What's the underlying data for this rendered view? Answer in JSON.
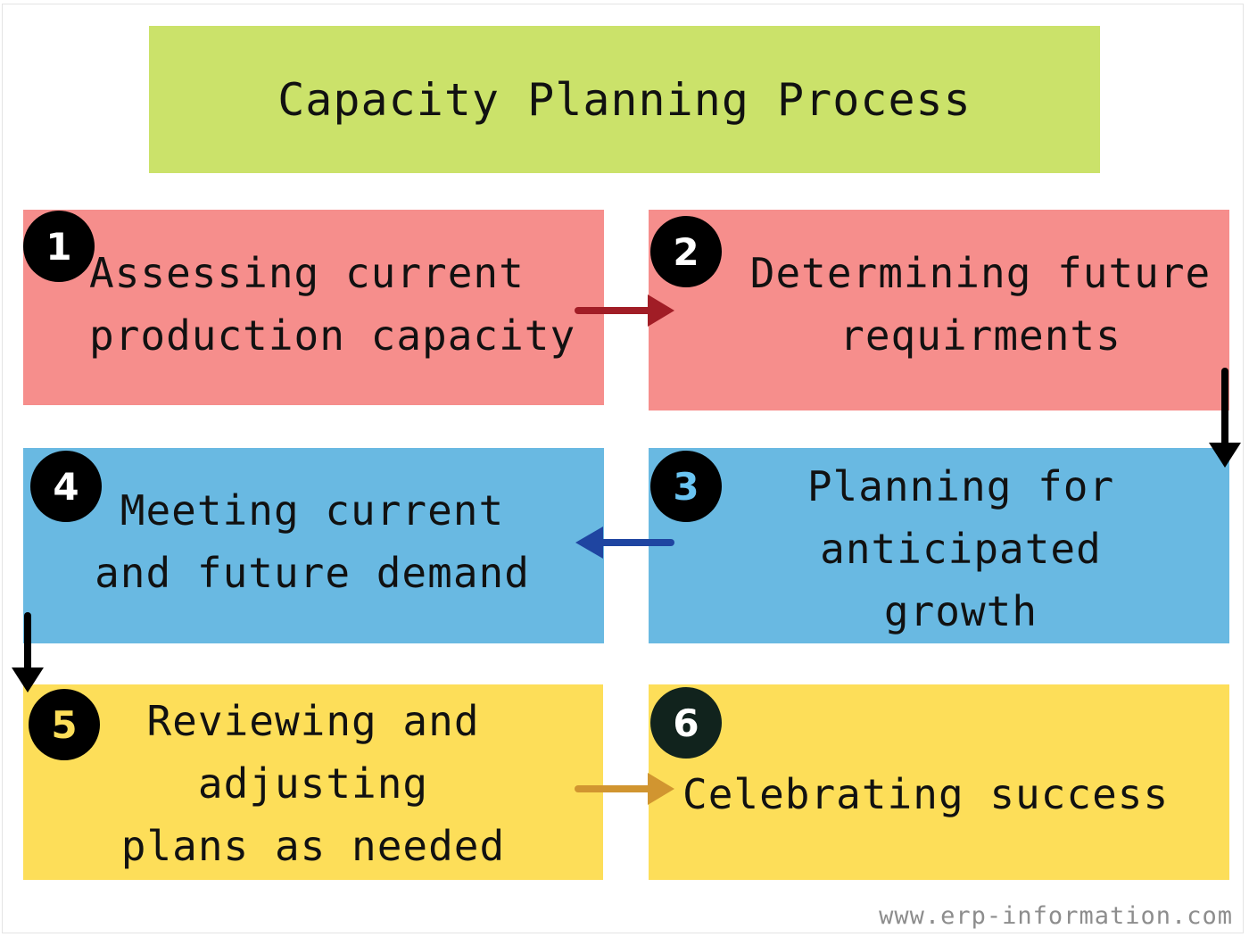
{
  "title": "Capacity Planning Process",
  "steps": [
    {
      "number": "1",
      "lines": [
        "Assessing current",
        "production capacity"
      ]
    },
    {
      "number": "2",
      "lines": [
        "Determining future",
        "requirments"
      ]
    },
    {
      "number": "3",
      "lines": [
        "Planning for",
        "anticipated",
        "growth"
      ]
    },
    {
      "number": "4",
      "lines": [
        "Meeting current",
        "and future demand"
      ]
    },
    {
      "number": "5",
      "lines": [
        "Reviewing and",
        "adjusting",
        "plans as needed"
      ]
    },
    {
      "number": "6",
      "lines": [
        "Celebrating success"
      ]
    }
  ],
  "colors": {
    "title": "#cbe26a",
    "stage_assess": "#f68e8c",
    "stage_plan": "#69b9e2",
    "stage_review": "#fdde59",
    "badge": "#000000",
    "badge_step6": "#11231d",
    "badge_number_step3": "#6ac4f2",
    "badge_number_step5": "#fdde59",
    "arrow_step1_2": "#a11d26",
    "arrow_step3_4": "#1f45a1",
    "arrow_step5_6": "#d19530",
    "arrow_connector": "#000000"
  },
  "watermark": "www.erp-information.com"
}
